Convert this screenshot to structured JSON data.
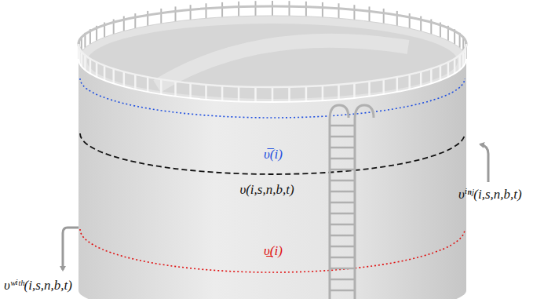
{
  "diagram": {
    "labels": [
      "υ̅(i)",
      "υ(i,s,n,b,t)",
      "υ̲(i)",
      "υⁱⁿʲ(i,s,n,b,t)",
      "υʷⁱᵗʰ(i,s,n,b,t)"
    ]
  }
}
